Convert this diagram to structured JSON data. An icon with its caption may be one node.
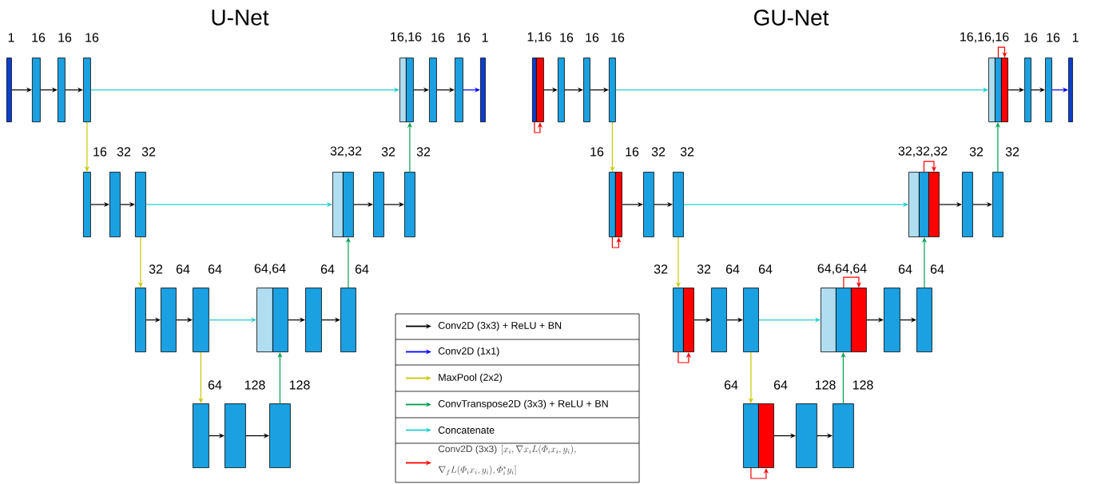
{
  "diagram": {
    "nodes": [
      {
        "text": [],
        "shape": "bar"
      },
      {
        "text": [],
        "shape": "bar"
      },
      {
        "text": [],
        "shape": "bar"
      },
      {
        "text": [],
        "shape": "bar"
      },
      {
        "text": [],
        "shape": "bar"
      },
      {
        "text": [],
        "shape": "bar"
      },
      {
        "text": [],
        "shape": "bar"
      },
      {
        "text": [],
        "shape": "bar"
      },
      {
        "text": [],
        "shape": "bar"
      },
      {
        "text": [],
        "shape": "bar"
      },
      {
        "text": [],
        "shape": "bar"
      },
      {
        "text": [],
        "shape": "bar"
      },
      {
        "text": [],
        "shape": "bar"
      },
      {
        "text": [],
        "shape": "bar"
      },
      {
        "text": [],
        "shape": "bar"
      },
      {
        "text": [],
        "shape": "bar"
      },
      {
        "text": [],
        "shape": "bar"
      },
      {
        "text": [],
        "shape": "bar"
      },
      {
        "text": [],
        "shape": "bar"
      },
      {
        "text": [],
        "shape": "bar"
      },
      {
        "text": [],
        "shape": "bar"
      },
      {
        "text": [],
        "shape": "bar"
      },
      {
        "text": [],
        "shape": "bar"
      },
      {
        "text": [],
        "shape": "bar"
      },
      {
        "text": [],
        "shape": "bar"
      },
      {
        "text": [],
        "shape": "bar"
      },
      {
        "text": [],
        "shape": "bar"
      },
      {
        "text": [],
        "shape": "bar"
      },
      {
        "text": [],
        "shape": "bar"
      },
      {
        "text": [],
        "shape": "bar"
      },
      {
        "text": [],
        "shape": "bar"
      },
      {
        "text": [],
        "shape": "bar"
      },
      {
        "text": [],
        "shape": "bar"
      },
      {
        "text": [],
        "shape": "bar"
      },
      {
        "text": [],
        "shape": "bar"
      },
      {
        "text": [],
        "shape": "bar"
      },
      {
        "text": [],
        "shape": "bar"
      },
      {
        "text": [],
        "shape": "bar"
      },
      {
        "text": [],
        "shape": "bar"
      },
      {
        "text": [],
        "shape": "bar"
      },
      {
        "text": [],
        "shape": "bar"
      },
      {
        "text": [],
        "shape": "bar"
      },
      {
        "text": [],
        "shape": "bar"
      },
      {
        "text": [],
        "shape": "bar"
      },
      {
        "text": [],
        "shape": "bar"
      },
      {
        "text": [],
        "shape": "bar"
      },
      {
        "text": [],
        "shape": "bar"
      },
      {
        "text": [],
        "shape": "bar"
      },
      {
        "text": [],
        "shape": "bar"
      },
      {
        "text": [],
        "shape": "bar"
      },
      {
        "text": [],
        "shape": "bar"
      },
      {
        "text": [],
        "shape": "bar"
      },
      {
        "text": [],
        "shape": "bar"
      },
      {
        "text": [],
        "shape": "bar"
      },
      {
        "text": [],
        "shape": "bar"
      },
      {
        "text": [],
        "shape": "bar"
      },
      {
        "text": [],
        "shape": "bar"
      },
      {
        "text": [],
        "shape": "bar"
      },
      {
        "text": [],
        "shape": "bar"
      }
    ],
    "edges": [
      {
        "from": 0,
        "to": 1,
        "arrow": "to"
      },
      {
        "from": 1,
        "to": 2,
        "arrow": "to"
      },
      {
        "from": 2,
        "to": 3,
        "arrow": "to"
      },
      {
        "from": 3,
        "to": 4,
        "arrow": "to",
        "color": "#22d0d0"
      },
      {
        "from": 5,
        "to": 6,
        "arrow": "to"
      },
      {
        "from": 6,
        "to": 7,
        "arrow": "to"
      },
      {
        "from": 7,
        "to": 8,
        "arrow": "to",
        "color": "#0000ff"
      },
      {
        "from": 3,
        "to": 9,
        "arrow": "to",
        "color": "#c8c800"
      },
      {
        "from": 15,
        "to": 5,
        "arrow": "to",
        "color": "#00a050"
      },
      {
        "from": 9,
        "to": 10,
        "arrow": "to"
      },
      {
        "from": 10,
        "to": 11,
        "arrow": "to"
      },
      {
        "from": 11,
        "to": 12,
        "arrow": "to",
        "color": "#22d0d0"
      },
      {
        "from": 13,
        "to": 14,
        "arrow": "to"
      },
      {
        "from": 14,
        "to": 15,
        "arrow": "to"
      },
      {
        "from": 11,
        "to": 16,
        "arrow": "to",
        "color": "#c8c800"
      },
      {
        "from": 22,
        "to": 13,
        "arrow": "to",
        "color": "#00a050"
      },
      {
        "from": 16,
        "to": 17,
        "arrow": "to"
      },
      {
        "from": 17,
        "to": 18,
        "arrow": "to"
      },
      {
        "from": 18,
        "to": 19,
        "arrow": "to",
        "color": "#22d0d0"
      },
      {
        "from": 20,
        "to": 21,
        "arrow": "to"
      },
      {
        "from": 21,
        "to": 22,
        "arrow": "to"
      },
      {
        "from": 18,
        "to": 23,
        "arrow": "to",
        "color": "#c8c800"
      },
      {
        "from": 25,
        "to": 20,
        "arrow": "to",
        "color": "#00a050"
      },
      {
        "from": 23,
        "to": 24,
        "arrow": "to"
      },
      {
        "from": 24,
        "to": 25,
        "arrow": "to"
      },
      {
        "from": 26,
        "to": 27,
        "arrow": "to",
        "color": "#ff0000"
      },
      {
        "from": 27,
        "to": 28,
        "arrow": "to"
      },
      {
        "from": 28,
        "to": 29,
        "arrow": "to"
      },
      {
        "from": 29,
        "to": 30,
        "arrow": "to"
      },
      {
        "from": 30,
        "to": 31,
        "arrow": "to",
        "color": "#22d0d0"
      },
      {
        "from": 32,
        "to": 33,
        "arrow": "to",
        "color": "#ff0000"
      },
      {
        "from": 33,
        "to": 34,
        "arrow": "to"
      },
      {
        "from": 34,
        "to": 35,
        "arrow": "to"
      },
      {
        "from": 35,
        "to": 36,
        "arrow": "to",
        "color": "#0000ff"
      },
      {
        "from": 30,
        "to": 37,
        "arrow": "to",
        "color": "#c8c800"
      },
      {
        "from": 45,
        "to": 32,
        "arrow": "to",
        "color": "#00a050"
      },
      {
        "from": 37,
        "to": 38,
        "arrow": "to",
        "color": "#ff0000"
      },
      {
        "from": 38,
        "to": 39,
        "arrow": "to"
      },
      {
        "from": 39,
        "to": 40,
        "arrow": "to"
      },
      {
        "from": 40,
        "to": 41,
        "arrow": "to",
        "color": "#22d0d0"
      },
      {
        "from": 42,
        "to": 43,
        "arrow": "to",
        "color": "#ff0000"
      },
      {
        "from": 43,
        "to": 44,
        "arrow": "to"
      },
      {
        "from": 44,
        "to": 45,
        "arrow": "to"
      },
      {
        "from": 40,
        "to": 46,
        "arrow": "to",
        "color": "#c8c800"
      },
      {
        "from": 54,
        "to": 42,
        "arrow": "to",
        "color": "#00a050"
      },
      {
        "from": 46,
        "to": 47,
        "arrow": "to",
        "color": "#ff0000"
      },
      {
        "from": 47,
        "to": 48,
        "arrow": "to"
      },
      {
        "from": 48,
        "to": 49,
        "arrow": "to"
      },
      {
        "from": 49,
        "to": 50,
        "arrow": "to",
        "color": "#22d0d0"
      },
      {
        "from": 51,
        "to": 52,
        "arrow": "to",
        "color": "#ff0000"
      },
      {
        "from": 52,
        "to": 53,
        "arrow": "to"
      },
      {
        "from": 53,
        "to": 54,
        "arrow": "to"
      },
      {
        "from": 49,
        "to": 55,
        "arrow": "to",
        "color": "#c8c800"
      },
      {
        "from": 58,
        "to": 51,
        "arrow": "to",
        "color": "#00a050"
      },
      {
        "from": 55,
        "to": 56,
        "arrow": "to",
        "color": "#ff0000"
      },
      {
        "from": 56,
        "to": 57,
        "arrow": "to"
      },
      {
        "from": 57,
        "to": 58,
        "arrow": "to"
      }
    ],
    "labels": [
      "U-Net",
      "GU-Net",
      "1",
      "16",
      "16",
      "16",
      "16,16",
      "16",
      "16",
      "1",
      "1,16",
      "16",
      "16",
      "16",
      "16,16,16",
      "16",
      "16",
      "1",
      "16",
      "32",
      "32",
      "32,32",
      "32",
      "32",
      "16",
      "16",
      "32",
      "32",
      "32,32,32",
      "32",
      "32",
      "32",
      "64",
      "64",
      "64,64",
      "64",
      "64",
      "32",
      "32",
      "64",
      "64",
      "64,64,64",
      "64",
      "64",
      "64",
      "128",
      "128",
      "64",
      "64",
      "128",
      "128",
      "[x_i, \\nabla x_i L(\\mathnormal{\\Phi}_i x_i, y_i),",
      "\\nabla_f L(\\mathnormal{\\Phi}_i x_i, y_i), \\mathnormal{\\Phi}_i^* y_i]"
    ],
    "legend": [
      {
        "text": "Conv2D (3x3) + ReLU + BN",
        "color": "#000000"
      },
      {
        "text": "Conv2D (1x1)",
        "color": "#0000ff"
      },
      {
        "text": "MaxPool (2x2)",
        "color": "#c8c800"
      },
      {
        "text": "ConvTranspose2D (3x3) + ReLU + BN",
        "color": "#00a050"
      },
      {
        "text": "Concatenate",
        "color": "#22d0d0"
      },
      {
        "text": "Conv2D (3x3)",
        "color": "#ff0000"
      }
    ]
  }
}
